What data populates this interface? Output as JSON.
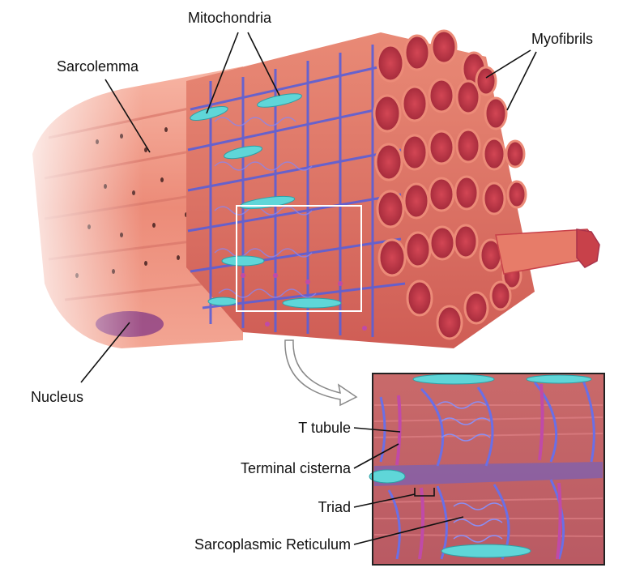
{
  "labels": {
    "mitochondria": "Mitochondria",
    "sarcolemma": "Sarcolemma",
    "myofibrils": "Myofibrils",
    "nucleus": "Nucleus",
    "t_tubule": "T tubule",
    "terminal_cisterna": "Terminal cisterna",
    "triad": "Triad",
    "sarcoplasmic_reticulum": "Sarcoplasmic Reticulum"
  },
  "colors": {
    "muscle_red": "#c8414a",
    "sarcolemma_pink": "#f2a08f",
    "reticulum_blue": "#5a5fd8",
    "tubule_magenta": "#c04aa8",
    "mitochondria_cyan": "#5fd6d8",
    "nucleus_purple": "#8a3e86"
  }
}
